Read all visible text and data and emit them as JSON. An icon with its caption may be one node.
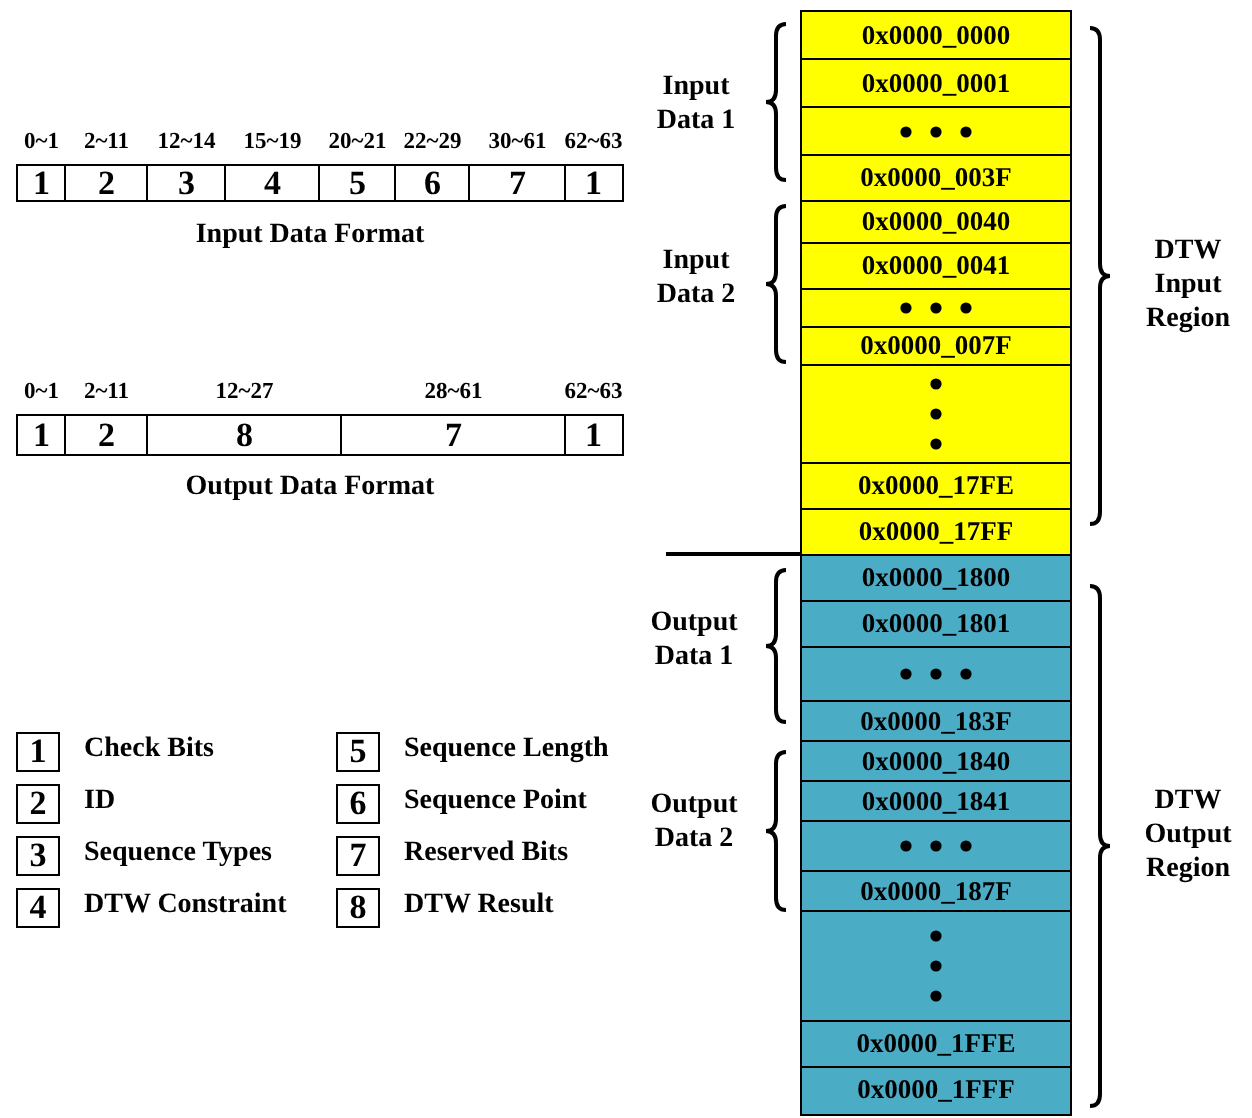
{
  "diagram": {
    "nodes": [
      {
        "text": [
          "1"
        ],
        "beside": [
          "0~1"
        ]
      },
      {
        "text": [
          "2"
        ],
        "beside": [
          "2~11"
        ]
      },
      {
        "text": [
          "3"
        ],
        "beside": [
          "12~14"
        ]
      },
      {
        "text": [
          "4"
        ],
        "beside": [
          "15~19"
        ]
      },
      {
        "text": [
          "5"
        ],
        "beside": [
          "20~21"
        ]
      },
      {
        "text": [
          "6"
        ],
        "beside": [
          "22~29"
        ]
      },
      {
        "text": [
          "7"
        ],
        "beside": [
          "30~61"
        ]
      },
      {
        "text": [
          "1"
        ],
        "beside": [
          "62~63"
        ]
      },
      {
        "text": [
          "1"
        ],
        "beside": [
          "0~1"
        ]
      },
      {
        "text": [
          "2"
        ],
        "beside": [
          "2~11"
        ]
      },
      {
        "text": [
          "8"
        ],
        "beside": [
          "12~27"
        ]
      },
      {
        "text": [
          "7"
        ],
        "beside": [
          "28~61"
        ]
      },
      {
        "text": [
          "1"
        ],
        "beside": [
          "62~63"
        ]
      },
      {
        "text": [
          "0x0000_0000"
        ]
      },
      {
        "text": [
          "0x0000_0001"
        ]
      },
      {
        "text": [],
        "shape": "box"
      },
      {
        "text": [
          "0x0000_003F"
        ]
      },
      {
        "text": [
          "0x0000_0040"
        ]
      },
      {
        "text": [
          "0x0000_0041"
        ]
      },
      {
        "text": [],
        "shape": "box"
      },
      {
        "text": [
          "0x0000_007F"
        ]
      },
      {
        "text": [],
        "shape": "box"
      },
      {
        "text": [
          "0x0000_17FE"
        ]
      },
      {
        "text": [
          "0x0000_17FF"
        ]
      },
      {
        "text": [
          "0x0000_1800"
        ]
      },
      {
        "text": [
          "0x0000_1801"
        ]
      },
      {
        "text": [],
        "shape": "box"
      },
      {
        "text": [
          "0x0000_183F"
        ]
      },
      {
        "text": [
          "0x0000_1840"
        ]
      },
      {
        "text": [
          "0x0000_1841"
        ]
      },
      {
        "text": [],
        "shape": "box"
      },
      {
        "text": [
          "0x0000_187F"
        ]
      },
      {
        "text": [],
        "shape": "box"
      },
      {
        "text": [
          "0x0000_1FFE"
        ]
      },
      {
        "text": [
          "0x0000_1FFF"
        ]
      },
      {
        "text": [
          "1"
        ],
        "beside": [
          "Check Bits"
        ]
      },
      {
        "text": [
          "5"
        ],
        "beside": [
          "Sequence Length"
        ]
      },
      {
        "text": [
          "2"
        ],
        "beside": [
          "ID"
        ]
      },
      {
        "text": [
          "6"
        ],
        "beside": [
          "Sequence Point"
        ]
      },
      {
        "text": [
          "3"
        ],
        "beside": [
          "Sequence Types"
        ]
      },
      {
        "text": [
          "7"
        ],
        "beside": [
          "Reserved Bits"
        ]
      },
      {
        "text": [
          "4"
        ],
        "beside": [
          "DTW Constraint"
        ]
      },
      {
        "text": [
          "8"
        ],
        "beside": [
          "DTW Result"
        ]
      }
    ],
    "labels": [
      "Input Data Format",
      "Output Data Format",
      "Input Data 1",
      "Input Data 2",
      "DTW Input Region",
      "Output Data 1",
      "Output Data 2",
      "DTW Output Region"
    ]
  }
}
